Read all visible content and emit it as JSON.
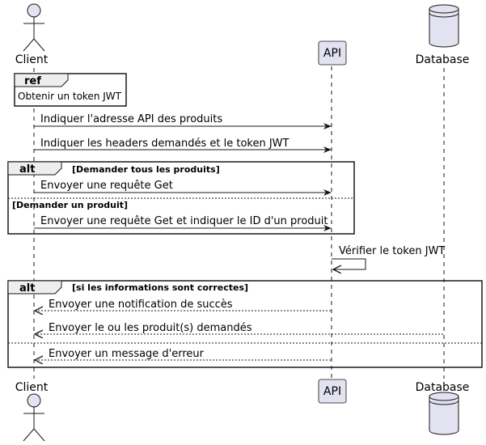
{
  "participants": {
    "client": {
      "name": "Client",
      "kind": "actor"
    },
    "api": {
      "name": "API",
      "kind": "participant"
    },
    "database": {
      "name": "Database",
      "kind": "database"
    }
  },
  "ref": {
    "keyword": "ref",
    "text": "Obtenir un token JWT"
  },
  "messages": {
    "m1": "Indiquer l'adresse API des produits",
    "m2": "Indiquer les headers demandés et le token JWT",
    "m3": "Envoyer une requête Get",
    "m4": "Envoyer une requête Get et indiquer le ID d'un produit",
    "m5": "Vérifier le token JWT",
    "m6": "Envoyer une notification de succès",
    "m7": "Envoyer le ou les produit(s) demandés",
    "m8": "Envoyer un message d'erreur"
  },
  "alt1": {
    "keyword": "alt",
    "guard1": "[Demander tous les produits]",
    "guard2": "[Demander un produit]"
  },
  "alt2": {
    "keyword": "alt",
    "guard1": "[si les informations sont correctes]"
  },
  "colors": {
    "participant_fill": "#e2e2f0",
    "participant_border": "#181818",
    "frame_header_fill": "#eeeeee",
    "line": "#181818"
  }
}
